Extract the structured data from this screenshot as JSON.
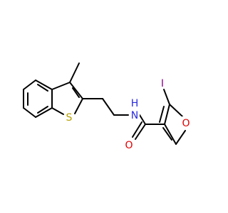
{
  "molecule": {
    "atoms": {
      "sulfur": {
        "symbol": "S",
        "color": "#b5a000"
      },
      "nitrogen": {
        "symbol": "N",
        "color": "#2a2ae0"
      },
      "hydrogen": {
        "symbol": "H",
        "color": "#2a2ae0"
      },
      "iodine": {
        "symbol": "I",
        "color": "#8a008a"
      },
      "furan_oxygen": {
        "symbol": "O",
        "color": "#e00000"
      },
      "carbonyl_oxygen": {
        "symbol": "O",
        "color": "#e00000"
      }
    },
    "bond_color": "#000000"
  }
}
